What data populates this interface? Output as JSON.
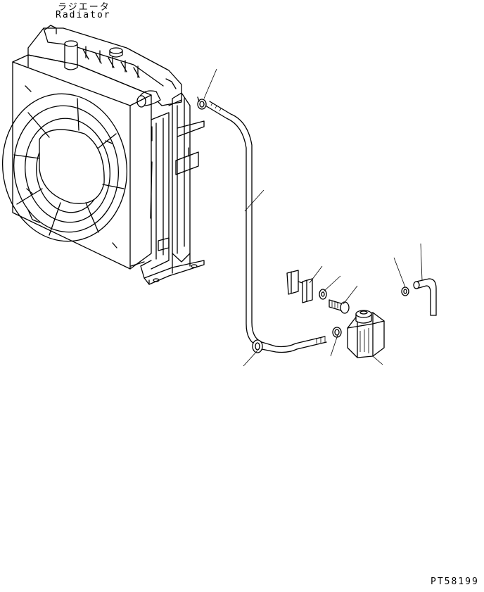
{
  "labels": {
    "radiator_jp": "ラジエータ",
    "radiator_en": "Radiator",
    "drawing_number": "PT58199"
  }
}
